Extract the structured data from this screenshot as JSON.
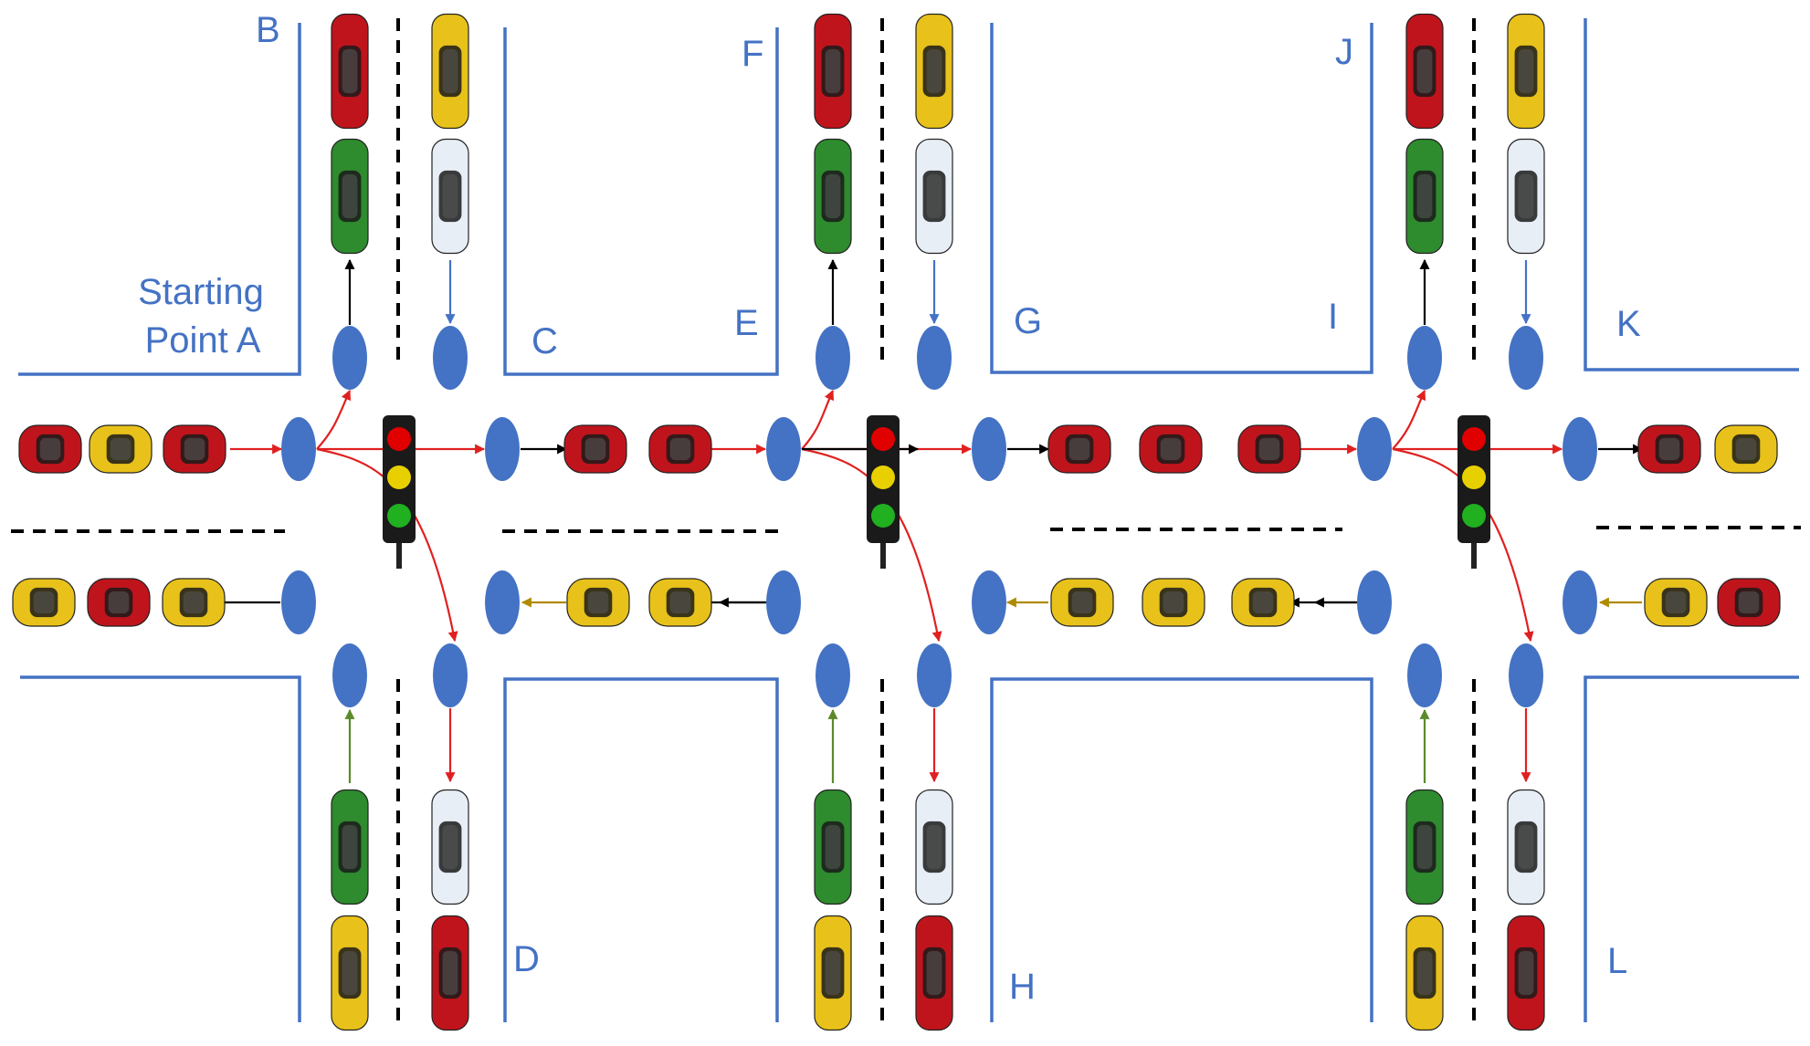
{
  "diagram": {
    "start_label_line1": "Starting",
    "start_label_line2": "Point A",
    "point_labels": [
      "B",
      "C",
      "D",
      "E",
      "F",
      "G",
      "H",
      "I",
      "J",
      "K",
      "L"
    ],
    "intersections": 3,
    "colors": {
      "road_border": "#4472C4",
      "node": "#4472C4",
      "dash": "#000000",
      "arrow_red": "#E02020",
      "arrow_black": "#000000",
      "arrow_blue": "#4472C4",
      "arrow_green": "#5A8A2A",
      "arrow_gold": "#B08A00",
      "car_red": "#C0141C",
      "car_yellow": "#E8C21A",
      "car_green": "#2E8B2E",
      "car_white": "#E8EEF6",
      "light_red": "#E00000",
      "light_yellow": "#E8D000",
      "light_green": "#20B020"
    }
  }
}
